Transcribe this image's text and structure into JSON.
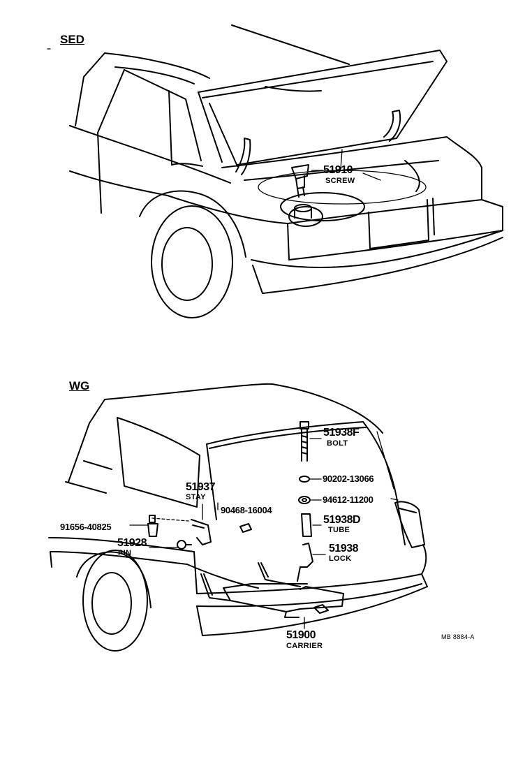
{
  "sections": {
    "sedan": {
      "label": "SED"
    },
    "wagon": {
      "label": "WG"
    }
  },
  "parts": {
    "p51910": {
      "number": "51910",
      "name": "SCREW"
    },
    "p51938f": {
      "number": "51938F",
      "name": "BOLT"
    },
    "p90202": {
      "number": "90202-13066"
    },
    "p94612": {
      "number": "94612-11200"
    },
    "p51938d": {
      "number": "51938D",
      "name": "TUBE"
    },
    "p51938": {
      "number": "51938",
      "name": "LOCK"
    },
    "p51937": {
      "number": "51937",
      "name": "STAY"
    },
    "p90468": {
      "number": "90468-16004"
    },
    "p91656": {
      "number": "91656-40825"
    },
    "p51928": {
      "number": "51928",
      "name": "PIN"
    },
    "p51900": {
      "number": "51900",
      "name": "CARRIER"
    }
  },
  "figure_code": "MB 8884-A"
}
